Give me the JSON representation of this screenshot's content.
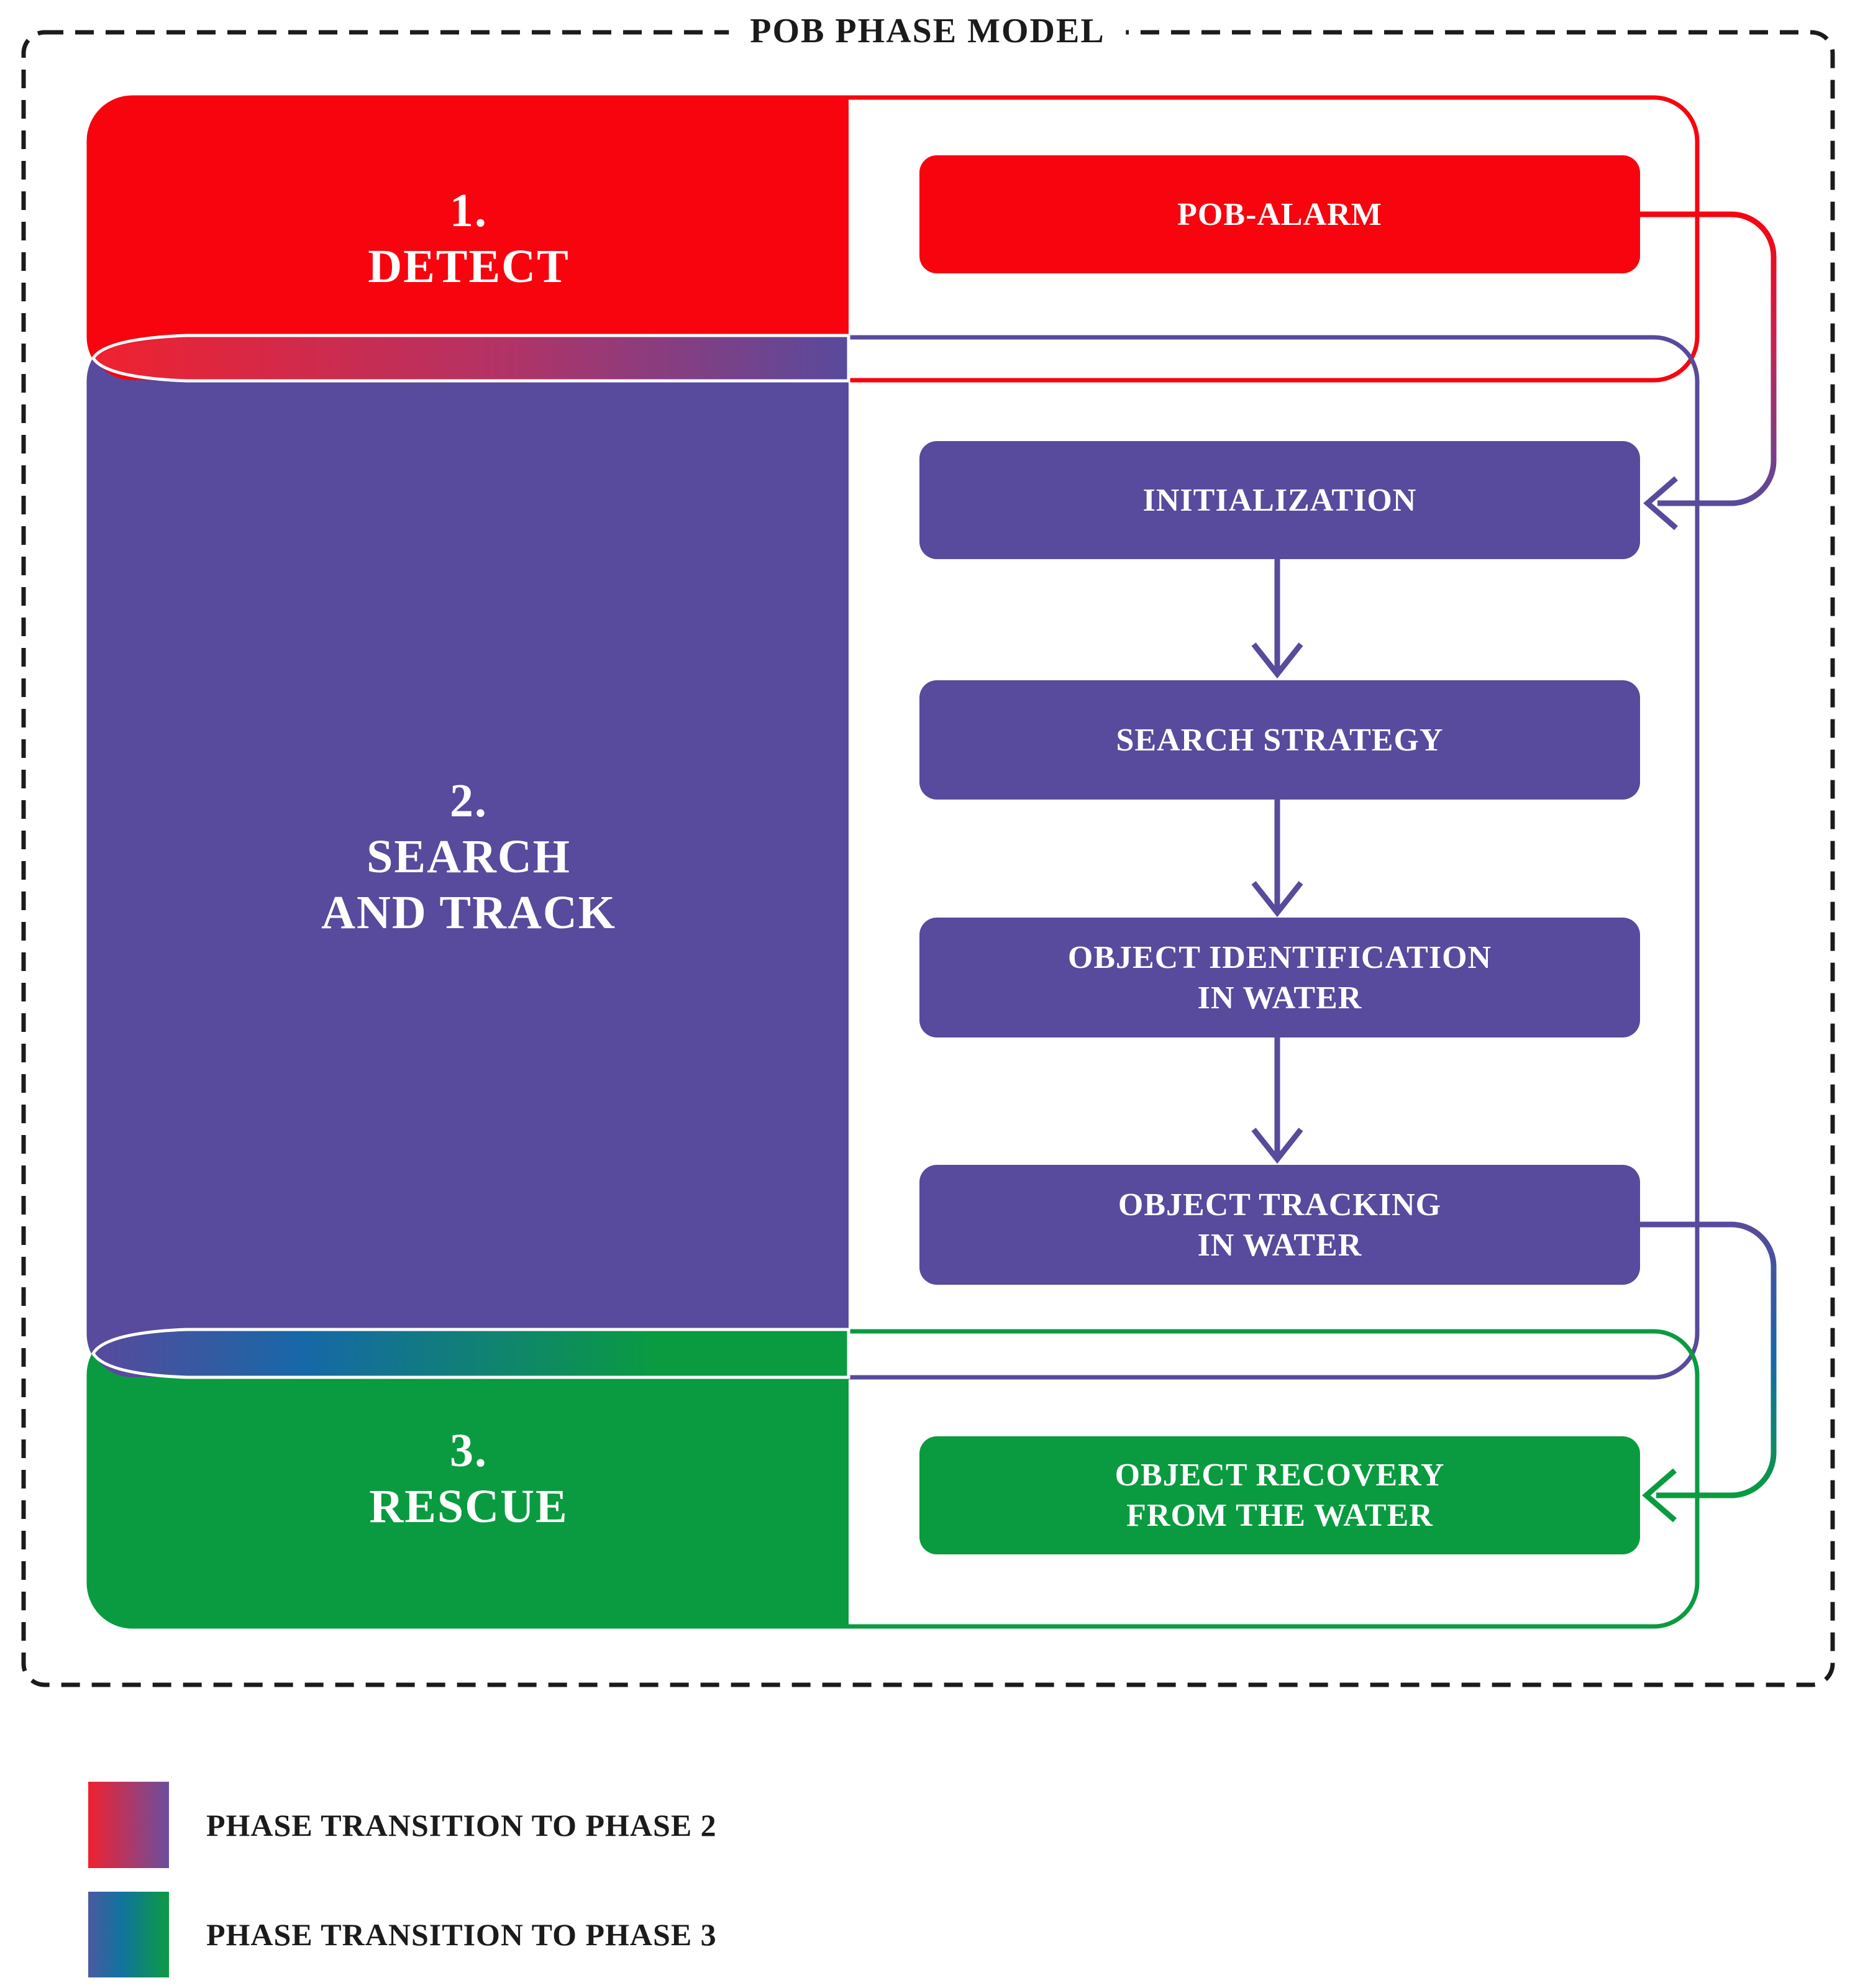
{
  "title": "POB PHASE MODEL",
  "colors": {
    "red": "#F7040F",
    "purple": "#584A9C",
    "green": "#0A9B40",
    "blue_mid": "#1668A7",
    "border": "#1b1b1b",
    "white": "#ffffff"
  },
  "phases": [
    {
      "id": "detect",
      "label": "1.\nDETECT"
    },
    {
      "id": "search-and-track",
      "label": "2.\nSEARCH\nAND TRACK"
    },
    {
      "id": "rescue",
      "label": "3.\nRESCUE"
    }
  ],
  "steps": {
    "pob_alarm": "POB-ALARM",
    "initialization": "INITIALIZATION",
    "search_strategy": "SEARCH STRATEGY",
    "object_identification": "OBJECT IDENTIFICATION\nIN WATER",
    "object_tracking": "OBJECT TRACKING\nIN WATER",
    "object_recovery": "OBJECT RECOVERY\nFROM THE WATER"
  },
  "legend": [
    {
      "label": "PHASE TRANSITION TO PHASE 2"
    },
    {
      "label": "PHASE TRANSITION TO PHASE 3"
    }
  ]
}
